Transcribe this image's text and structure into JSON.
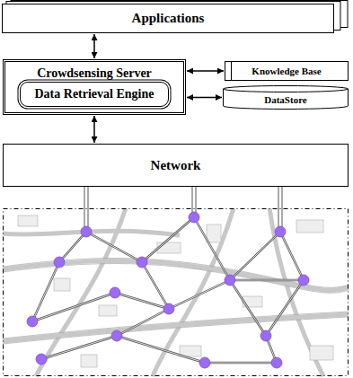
{
  "diagram": {
    "nodes": [
      {
        "text": [
          "Applications"
        ]
      },
      {
        "text": [
          "Crowdsensing Server"
        ]
      },
      {
        "text": [
          "Data Retrieval Engine"
        ],
        "in": 1
      },
      {
        "text": [
          "Knowledge Base"
        ]
      },
      {
        "text": [
          "DataStore"
        ]
      },
      {
        "text": [
          "Network"
        ]
      }
    ],
    "edges": [
      {
        "from": 0,
        "to": 1,
        "arrow": "both"
      },
      {
        "from": 1,
        "to": 3,
        "arrow": "both"
      },
      {
        "from": 1,
        "to": 4,
        "arrow": "both"
      },
      {
        "from": 1,
        "to": 5,
        "arrow": "both"
      }
    ]
  }
}
